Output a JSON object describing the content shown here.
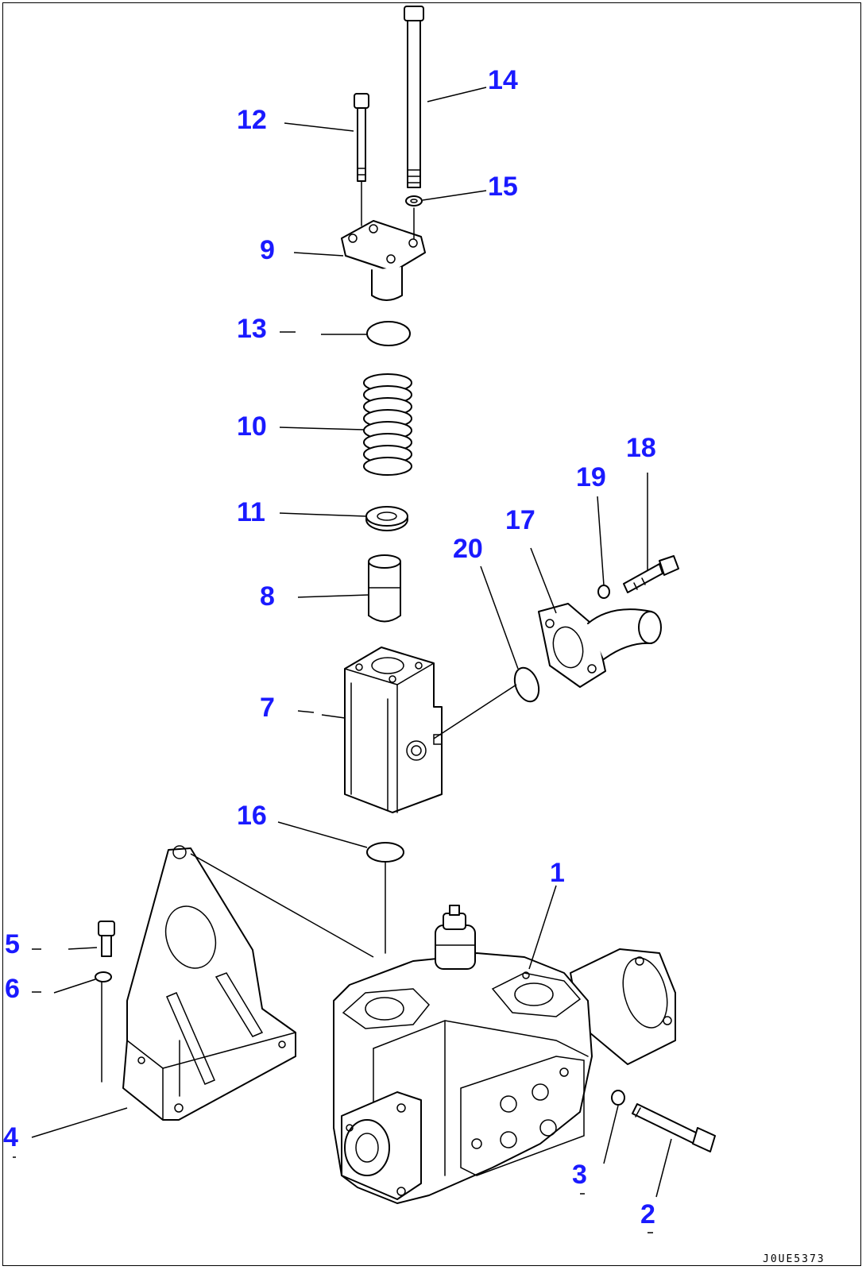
{
  "labels": [
    {
      "id": "1",
      "text": "1"
    },
    {
      "id": "2",
      "text": "2"
    },
    {
      "id": "3",
      "text": "3"
    },
    {
      "id": "4",
      "text": "4"
    },
    {
      "id": "5",
      "text": "5"
    },
    {
      "id": "6",
      "text": "6"
    },
    {
      "id": "7",
      "text": "7"
    },
    {
      "id": "8",
      "text": "8"
    },
    {
      "id": "9",
      "text": "9"
    },
    {
      "id": "10",
      "text": "10"
    },
    {
      "id": "11",
      "text": "11"
    },
    {
      "id": "12",
      "text": "12"
    },
    {
      "id": "13",
      "text": "13"
    },
    {
      "id": "14",
      "text": "14"
    },
    {
      "id": "15",
      "text": "15"
    },
    {
      "id": "16",
      "text": "16"
    },
    {
      "id": "17",
      "text": "17"
    },
    {
      "id": "18",
      "text": "18"
    },
    {
      "id": "19",
      "text": "19"
    },
    {
      "id": "20",
      "text": "20"
    }
  ],
  "drawing_id": "J0UE5373",
  "colors": {
    "label": "#1a1aff",
    "line": "#000000",
    "background": "#ffffff"
  }
}
